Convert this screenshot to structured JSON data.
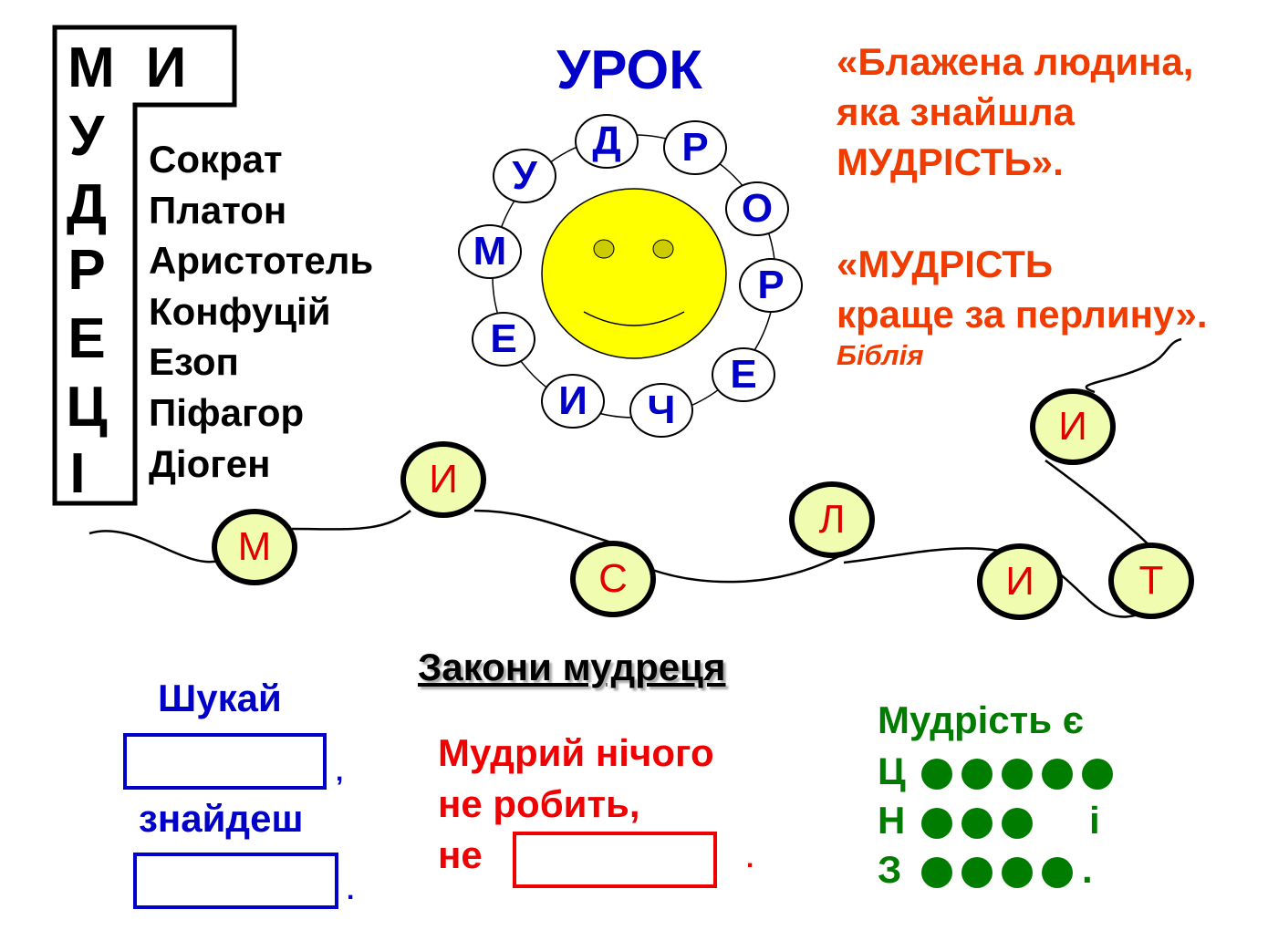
{
  "frame": {
    "top_letters": [
      "М",
      "И"
    ],
    "side_letters": [
      "У",
      "Д",
      "Р",
      "Е",
      "Ц",
      "І"
    ]
  },
  "sages": [
    "Сократ",
    "Платон",
    "Аристотель",
    "Конфуцій",
    "Езоп",
    "Піфагор",
    "Діоген"
  ],
  "title": "УРОК",
  "ring_letters": [
    "Д",
    "Р",
    "О",
    "Р",
    "Е",
    "Ч",
    "И",
    "Е",
    "М",
    "У"
  ],
  "quote1": [
    "«Блажена людина,",
    "яка знайшла",
    "МУДРІСТЬ»."
  ],
  "quote2": [
    "«МУДРІСТЬ",
    "краще за перлину»."
  ],
  "quote2_source": "Біблія",
  "beads": [
    "М",
    "И",
    "С",
    "Л",
    "И",
    "Т",
    "И"
  ],
  "laws_title": "Закони мудреця",
  "seek": {
    "line1": "Шукай",
    "comma": ",",
    "line2": "знайдеш",
    "period": "."
  },
  "wise": {
    "line1": "Мудрий нічого",
    "line2": "не робить,",
    "line3": "не",
    "period": "."
  },
  "wisdom": {
    "title": "Мудрість є",
    "rows": [
      {
        "letter": "Ц",
        "dots": 5,
        "suffix": ""
      },
      {
        "letter": "Н",
        "dots": 3,
        "suffix": "і"
      },
      {
        "letter": "З",
        "dots": 4,
        "suffix": "."
      }
    ]
  },
  "colors": {
    "blue": "#0000c8",
    "red": "#f03c00",
    "green": "#007d00",
    "yellow": "#ffff00"
  }
}
